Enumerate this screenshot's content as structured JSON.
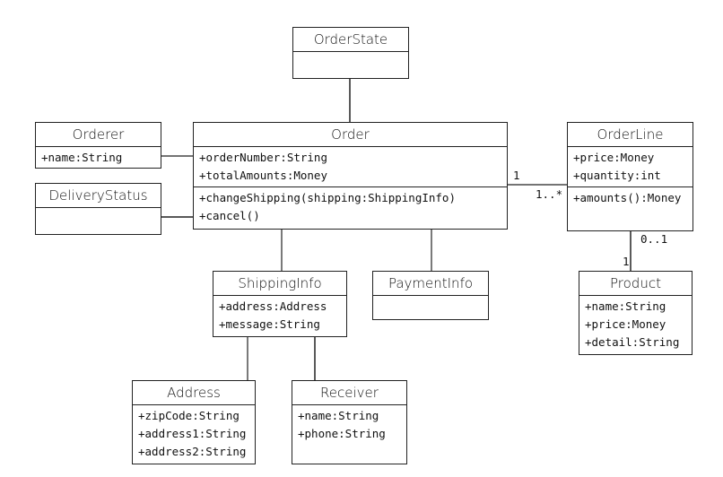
{
  "classes": {
    "orderstate": {
      "name": "OrderState"
    },
    "orderer": {
      "name": "Orderer",
      "attrs": [
        "+name:String"
      ]
    },
    "order": {
      "name": "Order",
      "attrs": [
        "+orderNumber:String",
        "+totalAmounts:Money"
      ],
      "ops": [
        "+changeShipping(shipping:ShippingInfo)",
        "+cancel()"
      ]
    },
    "deliverystatus": {
      "name": "DeliveryStatus"
    },
    "orderline": {
      "name": "OrderLine",
      "attrs": [
        "+price:Money",
        "+quantity:int"
      ],
      "ops": [
        "+amounts():Money"
      ]
    },
    "shippinginfo": {
      "name": "ShippingInfo",
      "attrs": [
        "+address:Address",
        "+message:String"
      ]
    },
    "paymentinfo": {
      "name": "PaymentInfo"
    },
    "product": {
      "name": "Product",
      "attrs": [
        "+name:String",
        "+price:Money",
        "+detail:String"
      ]
    },
    "address": {
      "name": "Address",
      "attrs": [
        "+zipCode:String",
        "+address1:String",
        "+address2:String"
      ]
    },
    "receiver": {
      "name": "Receiver",
      "attrs": [
        "+name:String",
        "+phone:String"
      ]
    }
  },
  "multiplicities": {
    "order_end": "1",
    "orderline_end": "1..*",
    "orderline_product": "0..1",
    "product_end": "1"
  }
}
